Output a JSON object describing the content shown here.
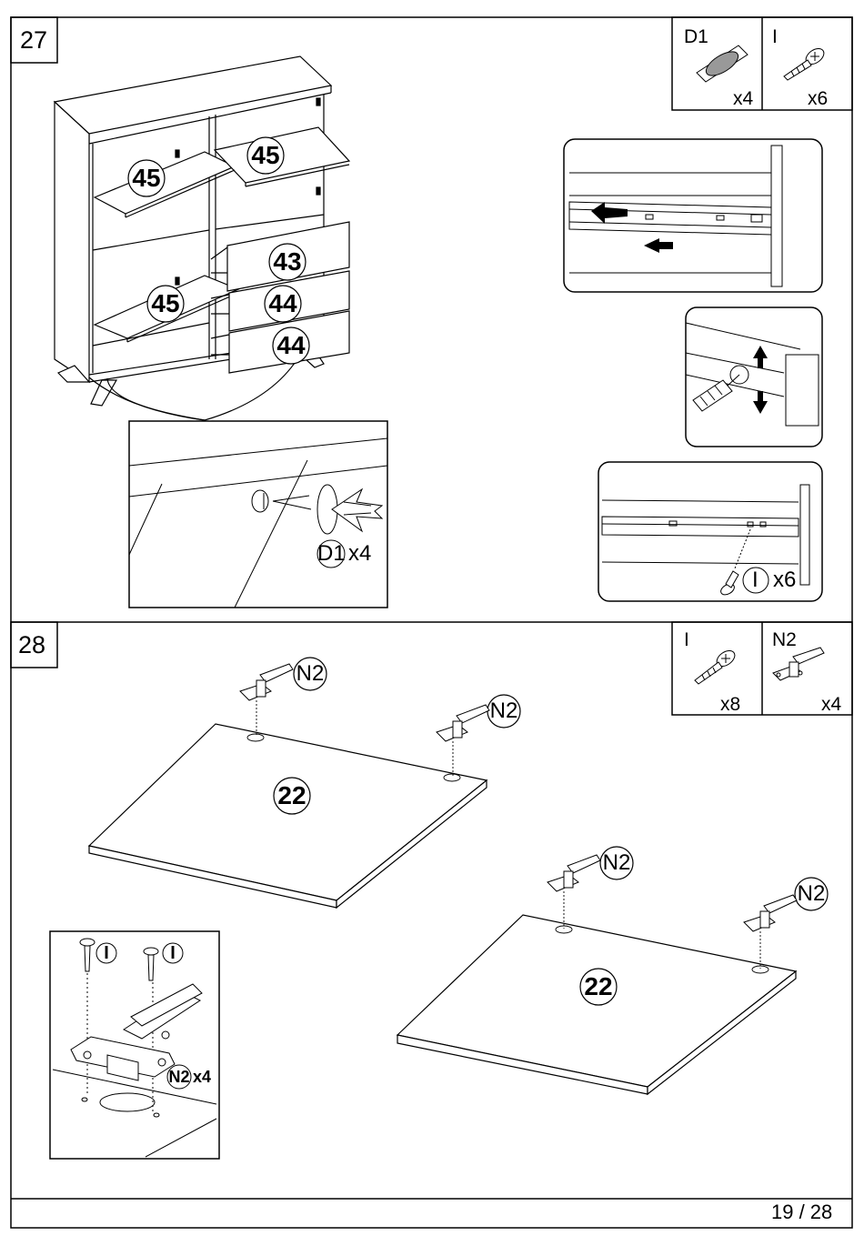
{
  "page": {
    "number": "19 / 28"
  },
  "step27": {
    "number": "27",
    "parts": [
      {
        "code": "D1",
        "qty": "x4",
        "icon": "dowel-cap-icon"
      },
      {
        "code": "I",
        "qty": "x6",
        "icon": "screw-icon"
      }
    ],
    "labels": {
      "shelf_a": "45",
      "shelf_b": "45",
      "shelf_c": "45",
      "drawer_top": "43",
      "drawer_mid": "44",
      "drawer_bottom": "44"
    },
    "detail_cap": {
      "code": "D1",
      "qty": "x4"
    },
    "detail_screw": {
      "code": "I",
      "qty": "x6"
    }
  },
  "step28": {
    "number": "28",
    "parts": [
      {
        "code": "I",
        "qty": "x8",
        "icon": "screw-icon"
      },
      {
        "code": "N2",
        "qty": "x4",
        "icon": "hinge-icon"
      }
    ],
    "panel_label": "22",
    "hinge_code": "N2",
    "detail": {
      "screw_code": "I",
      "hinge_code": "N2",
      "hinge_qty": "x4"
    }
  }
}
